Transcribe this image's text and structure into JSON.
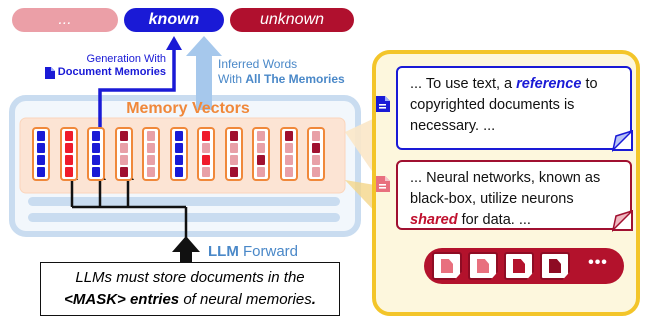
{
  "pills": {
    "ellipsis": "...",
    "known": "known",
    "unknown": "unknown"
  },
  "labels": {
    "generation_line1": "Generation With",
    "generation_line2": "Document Memories",
    "inferred_line1": "Inferred Words",
    "inferred_line2_prefix": "With ",
    "inferred_line2_bold": "All The Memories",
    "memory_vectors": "Memory Vectors",
    "llm_forward_bold": "LLM",
    "llm_forward_rest": " Forward"
  },
  "input_text": {
    "line1": "LLMs must store documents in the",
    "line2_bold": "<MASK> entries",
    "line2_rest": " of neural memories",
    "line2_end": "."
  },
  "documents": [
    {
      "before": "... To use text, a ",
      "highlight": "reference",
      "after": " to copyrighted documents is necessary. ..."
    },
    {
      "before": "... Neural networks, known as black-box, utilize neurons ",
      "highlight": "shared",
      "after": " for data. ..."
    }
  ],
  "more_docs_label": "•••",
  "colors": {
    "dark_blue": "#1a1ad6",
    "light_blue": "#4a88c8",
    "dark_red": "#a01030",
    "pink": "#e8a0a8",
    "orange": "#f0883a",
    "gold": "#f0c020"
  }
}
